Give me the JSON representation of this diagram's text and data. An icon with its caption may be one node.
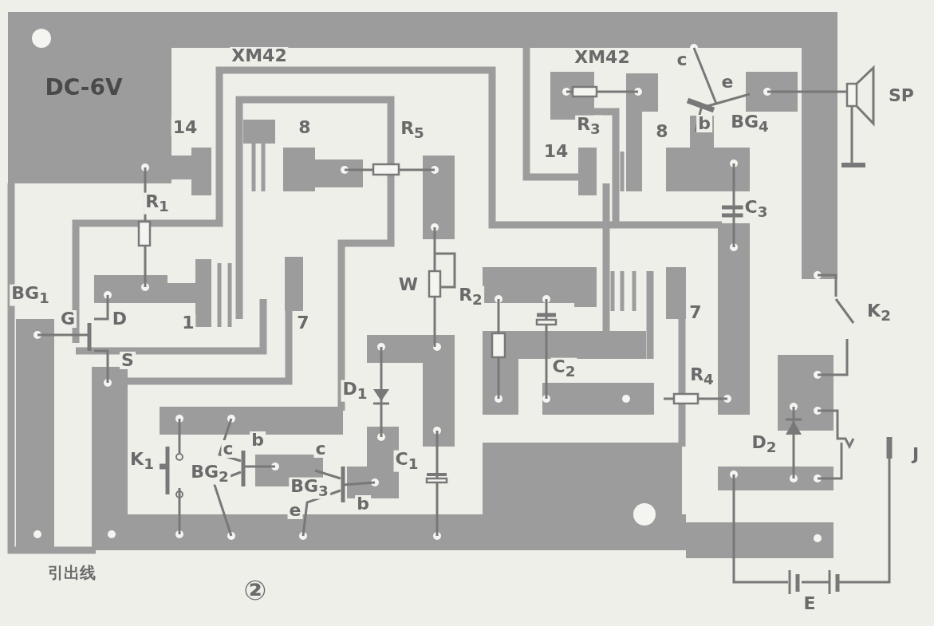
{
  "diagram": {
    "labels": [
      "DC-6V",
      "XM42",
      "14",
      "8",
      "R$_{5}$",
      "XM42",
      "c",
      "e",
      "R$_{3}$",
      "8",
      "b",
      "BG$_{4}$",
      "SP",
      "14",
      "R$_{1}$",
      "C$_{3}$",
      "BG$_{1}$",
      "W",
      "R$_{2}$",
      "G",
      "D",
      "1",
      "7",
      "7",
      "K$_{2}$",
      "S",
      "C$_{2}$",
      "D$_{1}$",
      "R$_{4}$",
      "K$_{1}$",
      "c",
      "b",
      "c",
      "C$_{1}$",
      "D$_{2}$",
      "J",
      "BG$_{2}$",
      "BG$_{3}$",
      "e",
      "b",
      "引出线",
      "②",
      "E"
    ]
  }
}
